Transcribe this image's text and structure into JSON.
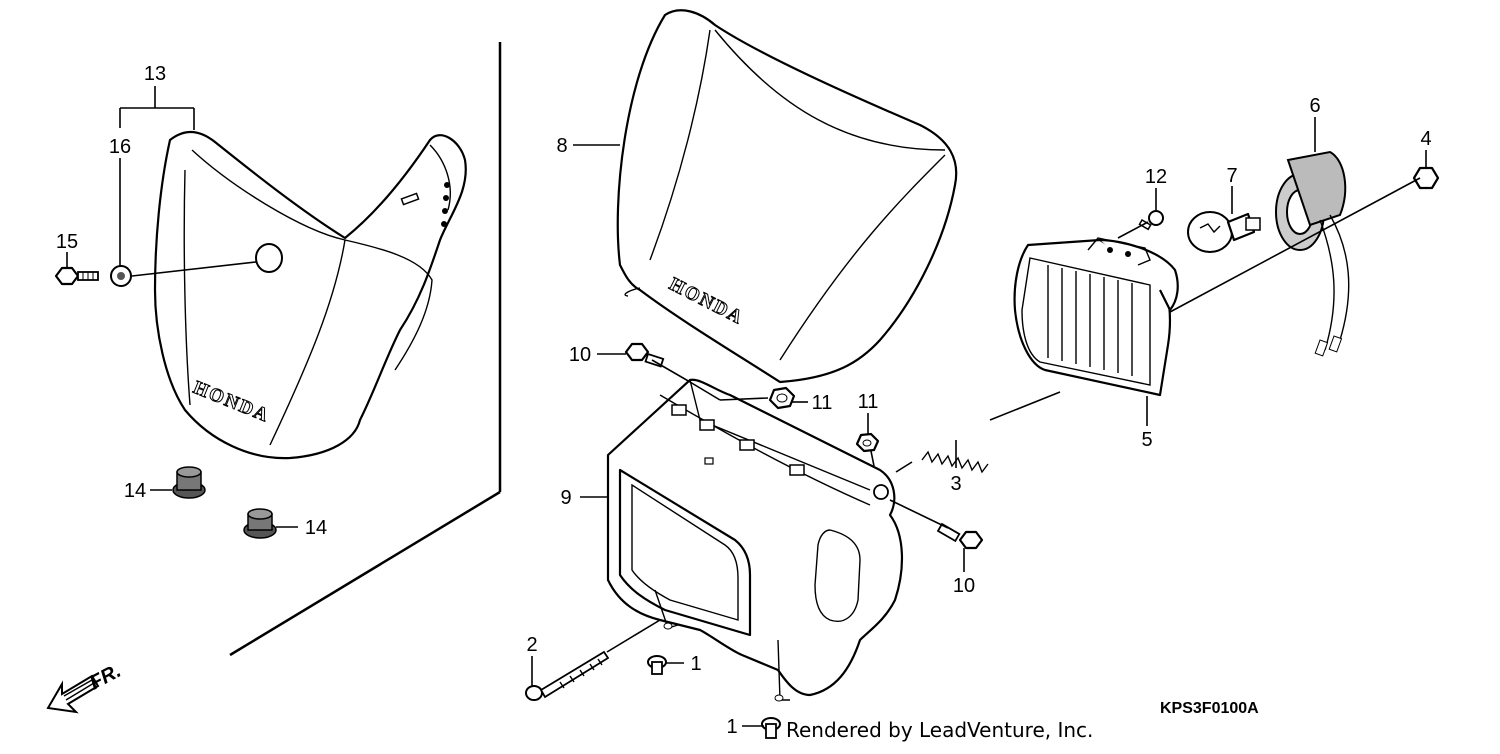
{
  "diagram": {
    "callouts": {
      "p1a": "1",
      "p1b": "1",
      "p2": "2",
      "p3": "3",
      "p4": "4",
      "p5": "5",
      "p6": "6",
      "p7": "7",
      "p8": "8",
      "p9": "9",
      "p10a": "10",
      "p10b": "10",
      "p11a": "11",
      "p11b": "11",
      "p12": "12",
      "p13": "13",
      "p14a": "14",
      "p14b": "14",
      "p15": "15",
      "p16": "16"
    },
    "front_label": "FR.",
    "brand_mark": "HONDA",
    "diagram_code": "KPS3F0100A",
    "credit": "Rendered by LeadVenture, Inc."
  }
}
